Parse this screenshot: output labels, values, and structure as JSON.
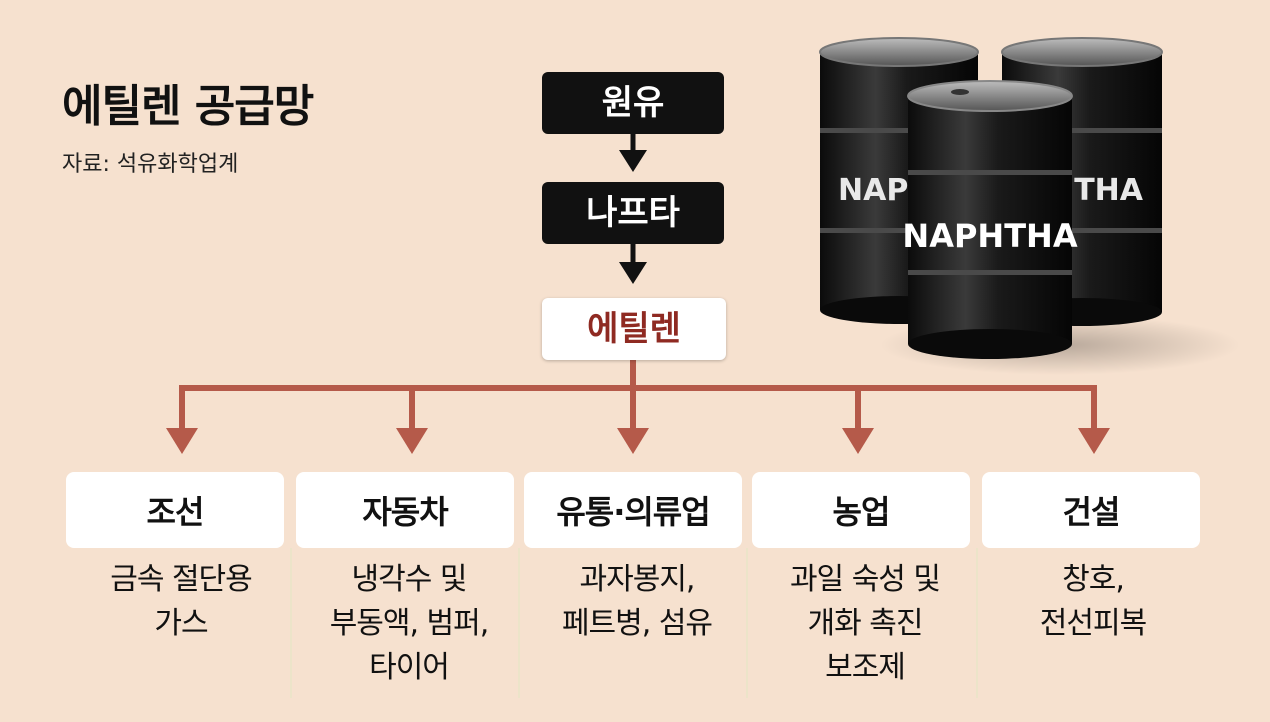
{
  "title": "에틸렌 공급망",
  "source": "자료: 석유화학업계",
  "flow": {
    "crude": "원유",
    "naphtha": "나프타",
    "ethylene": "에틸렌"
  },
  "barrel_label": "NAPHTHA",
  "barrel_label_partial_left": "NAPH",
  "barrel_label_partial_right": "HTHA",
  "colors": {
    "background": "#f6e1cf",
    "flow_box": "#111111",
    "ethylene_text": "#8f2a22",
    "connector": "#b55a4a"
  },
  "sectors": [
    {
      "name": "조선",
      "usage": [
        "금속 절단용",
        "가스"
      ]
    },
    {
      "name": "자동차",
      "usage": [
        "냉각수 및",
        "부동액, 범퍼,",
        "타이어"
      ]
    },
    {
      "name": "유통·의류업",
      "usage": [
        "과자봉지,",
        "페트병, 섬유"
      ]
    },
    {
      "name": "농업",
      "usage": [
        "과일 숙성 및",
        "개화 촉진",
        "보조제"
      ]
    },
    {
      "name": "건설",
      "usage": [
        "창호,",
        "전선피복"
      ]
    }
  ]
}
